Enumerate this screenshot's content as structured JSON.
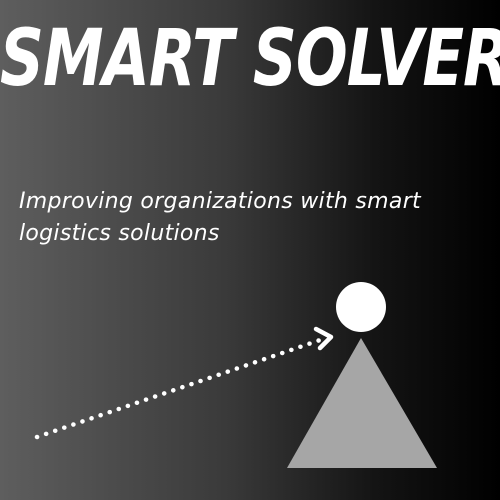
{
  "title": "SMART SOLVER",
  "tagline": {
    "line1": "Improving organizations with smart",
    "line2": "logistics solutions"
  },
  "colors": {
    "text": "#ffffff",
    "circle": "#ffffff",
    "triangle": "#a6a6a6",
    "arrow": "#ffffff"
  },
  "icons": [
    "dotted-arrow-icon",
    "circle-icon",
    "triangle-icon"
  ]
}
